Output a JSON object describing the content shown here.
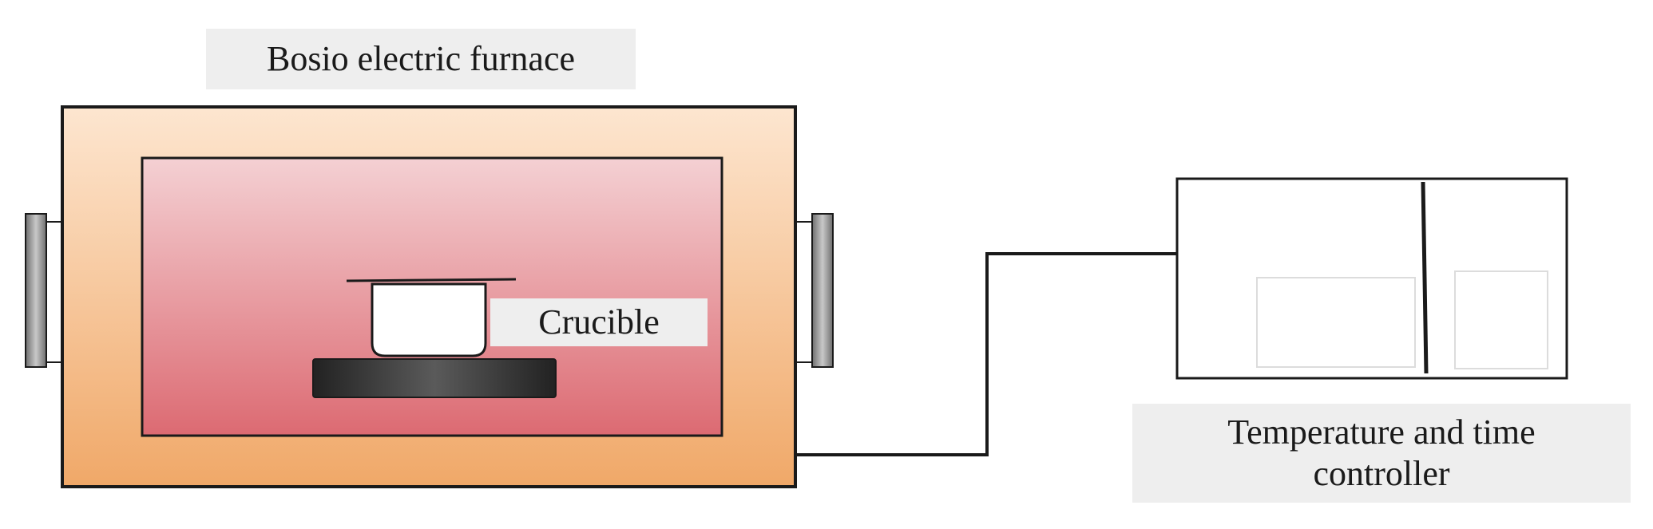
{
  "labels": {
    "furnace": "Bosio electric furnace",
    "crucible": "Crucible",
    "controller_line1": "Temperature and time",
    "controller_line2": "controller"
  },
  "colors": {
    "furnace_outer_light": "#fde6d0",
    "furnace_outer_dark": "#f0a868",
    "chamber_light": "#f4d0d3",
    "chamber_dark": "#dc6a72",
    "label_box": "#eeeeee",
    "outline": "#1a1a1a",
    "handle": "#9a9a9a",
    "plate": "#333333"
  }
}
